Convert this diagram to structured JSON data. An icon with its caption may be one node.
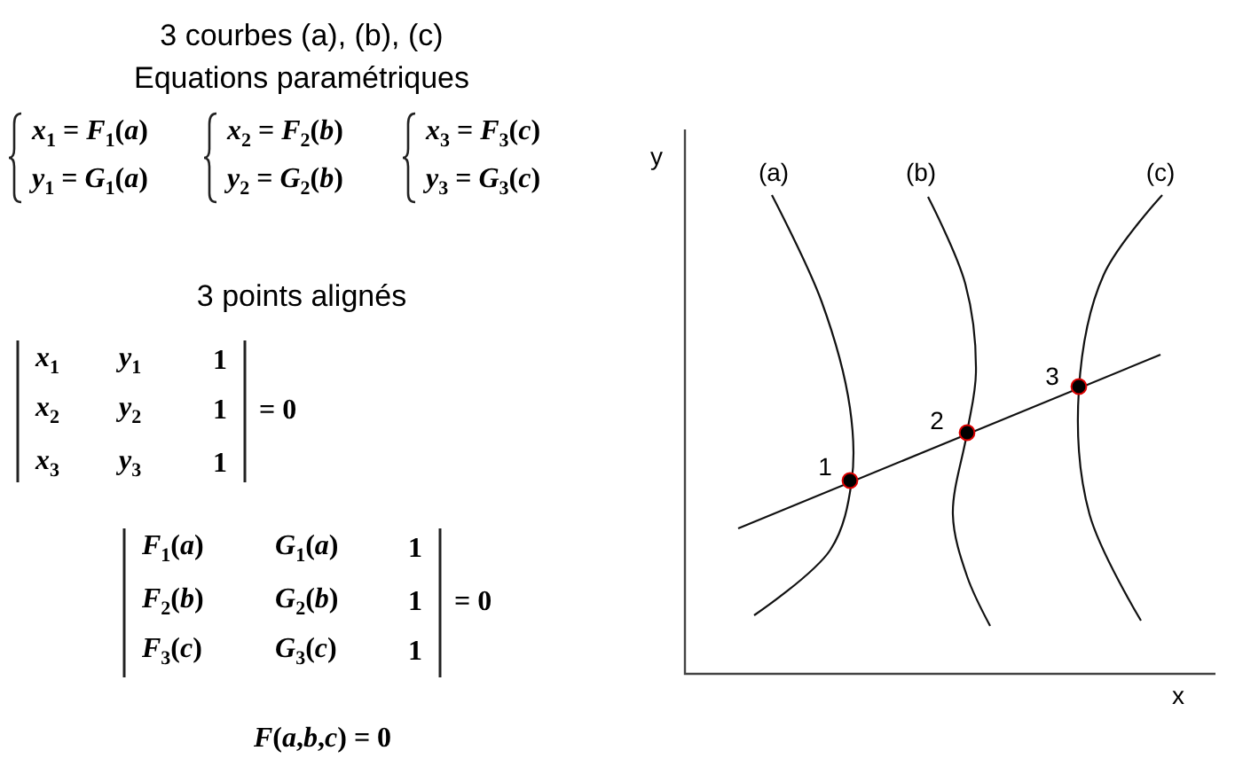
{
  "diagram": {
    "title": "3 courbes (a), (b), (c)",
    "labels": [
      "Equations paramétriques",
      "*x*$_{1}$ = *F*$_{1}$(*a*)",
      "*x*$_{2}$ = *F*$_{2}$(*b*)",
      "*x*$_{3}$ = *F*$_{3}$(*c*)",
      "*y*$_{1}$ = *G*$_{1}$(*a*)",
      "*y*$_{2}$ = *G*$_{2}$(*b*)",
      "*y*$_{3}$ = *G*$_{3}$(*c*)",
      "3 points alignés",
      "*x*$_{1}$",
      "*y*$_{1}$",
      "1",
      "*x*$_{2}$",
      "*y*$_{2}$",
      "1",
      "*x*$_{3}$",
      "*y*$_{3}$",
      "1",
      "= 0",
      "*F*$_{1}$(*a*)",
      "*G*$_{1}$(*a*)",
      "1",
      "*F*$_{2}$(*b*)",
      "*G*$_{2}$(*b*)",
      "1",
      "*F*$_{3}$(*c*)",
      "*G*$_{3}$(*c*)",
      "1",
      "= 0",
      "*F*(*a*,*b*,*c*) = 0",
      "y",
      "(a)",
      "(b)",
      "(c)",
      "3",
      "2",
      "1",
      "x"
    ]
  }
}
